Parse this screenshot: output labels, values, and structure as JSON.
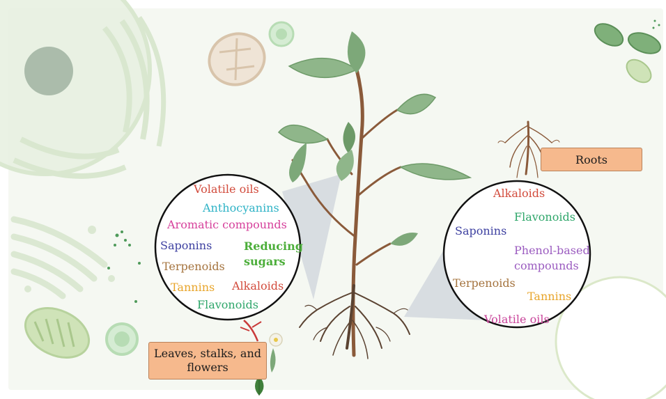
{
  "colors": {
    "background": "#f5f8f2",
    "cell_outline": "#cfe2c4",
    "leaf": "#8fb68a",
    "stem": "#8a5a3a",
    "root": "#5b4332",
    "label_fill": "#f6b98d",
    "callout": "#d9dde0"
  },
  "labels": {
    "leaves_stalks_flowers": "Leaves, stalks, and flowers",
    "roots": "Roots"
  },
  "left_circle": {
    "compounds": [
      {
        "text": "Volatile oils",
        "color": "#d24b3c",
        "bold": false
      },
      {
        "text": "Anthocyanins",
        "color": "#2fb3c6",
        "bold": false
      },
      {
        "text": "Aromatic compounds",
        "color": "#d6409b",
        "bold": false
      },
      {
        "text": "Saponins",
        "color": "#3c3fa0",
        "bold": false
      },
      {
        "text": "Reducing sugars",
        "color": "#4cae3a",
        "bold": true
      },
      {
        "text": "Terpenoids",
        "color": "#a5743f",
        "bold": false
      },
      {
        "text": "Tannins",
        "color": "#e8a52b",
        "bold": false
      },
      {
        "text": "Alkaloids",
        "color": "#d24b3c",
        "bold": false
      },
      {
        "text": "Flavonoids",
        "color": "#2ea66a",
        "bold": false
      }
    ]
  },
  "right_circle": {
    "compounds": [
      {
        "text": "Alkaloids",
        "color": "#d24b3c",
        "bold": false
      },
      {
        "text": "Flavonoids",
        "color": "#2ea66a",
        "bold": false
      },
      {
        "text": "Saponins",
        "color": "#3c3fa0",
        "bold": false
      },
      {
        "text": "Phenol-based compounds",
        "color": "#9b5cc0",
        "bold": false
      },
      {
        "text": "Terpenoids",
        "color": "#a5743f",
        "bold": false
      },
      {
        "text": "Tannins",
        "color": "#e8a52b",
        "bold": false
      },
      {
        "text": "Volatile oils",
        "color": "#c9449a",
        "bold": false
      }
    ]
  }
}
